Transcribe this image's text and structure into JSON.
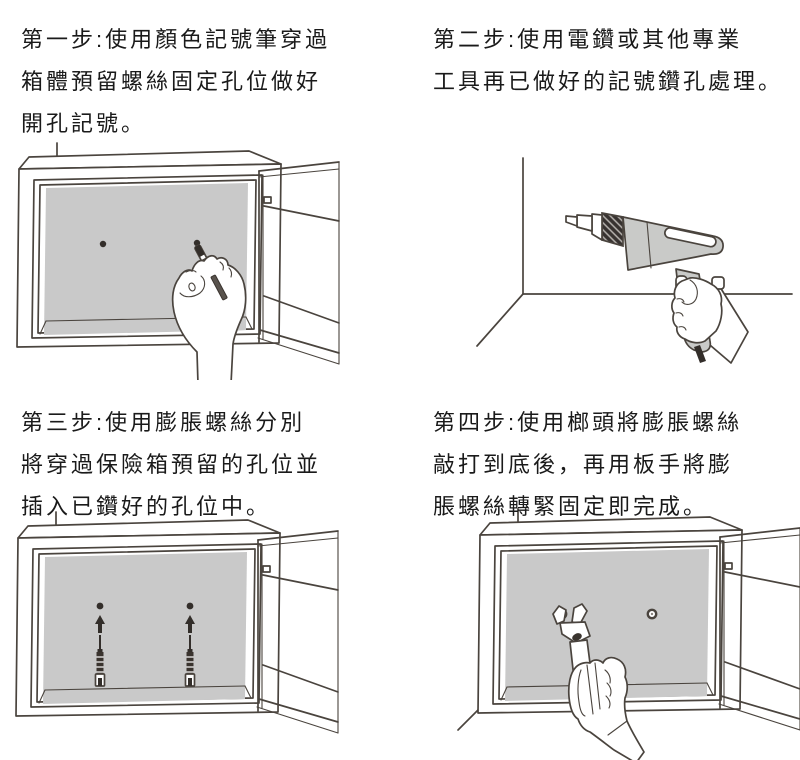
{
  "colors": {
    "background": "#ffffff",
    "line": "#4a443e",
    "panel_gray": "#c9c9c9",
    "tool_gray": "#c9cac8",
    "text": "#1a1a1a",
    "black_parts": "#332e2a"
  },
  "steps": [
    {
      "id": "step-1",
      "lines": [
        "第一步:使用顏色記號筆穿過",
        "箱體預留螺絲固定孔位做好",
        "開孔記號。"
      ],
      "illustration": "safe-open-door-hand-marking-holes-with-pen"
    },
    {
      "id": "step-2",
      "lines": [
        "第二步:使用電鑽或其他專業",
        "工具再已做好的記號鑽孔處理。"
      ],
      "illustration": "hand-holding-electric-drill-at-wall-corner"
    },
    {
      "id": "step-3",
      "lines": [
        "第三步:使用膨脹螺絲分別",
        "將穿過保險箱預留的孔位並",
        "插入已鑽好的孔位中。"
      ],
      "illustration": "safe-open-door-expansion-anchors-with-up-arrows"
    },
    {
      "id": "step-4",
      "lines": [
        "第四步:使用榔頭將膨脹螺絲",
        "敲打到底後，再用板手將膨",
        "脹螺絲轉緊固定即完成。"
      ],
      "illustration": "safe-open-door-hand-tightening-anchor-bolts-with-wrench"
    }
  ]
}
